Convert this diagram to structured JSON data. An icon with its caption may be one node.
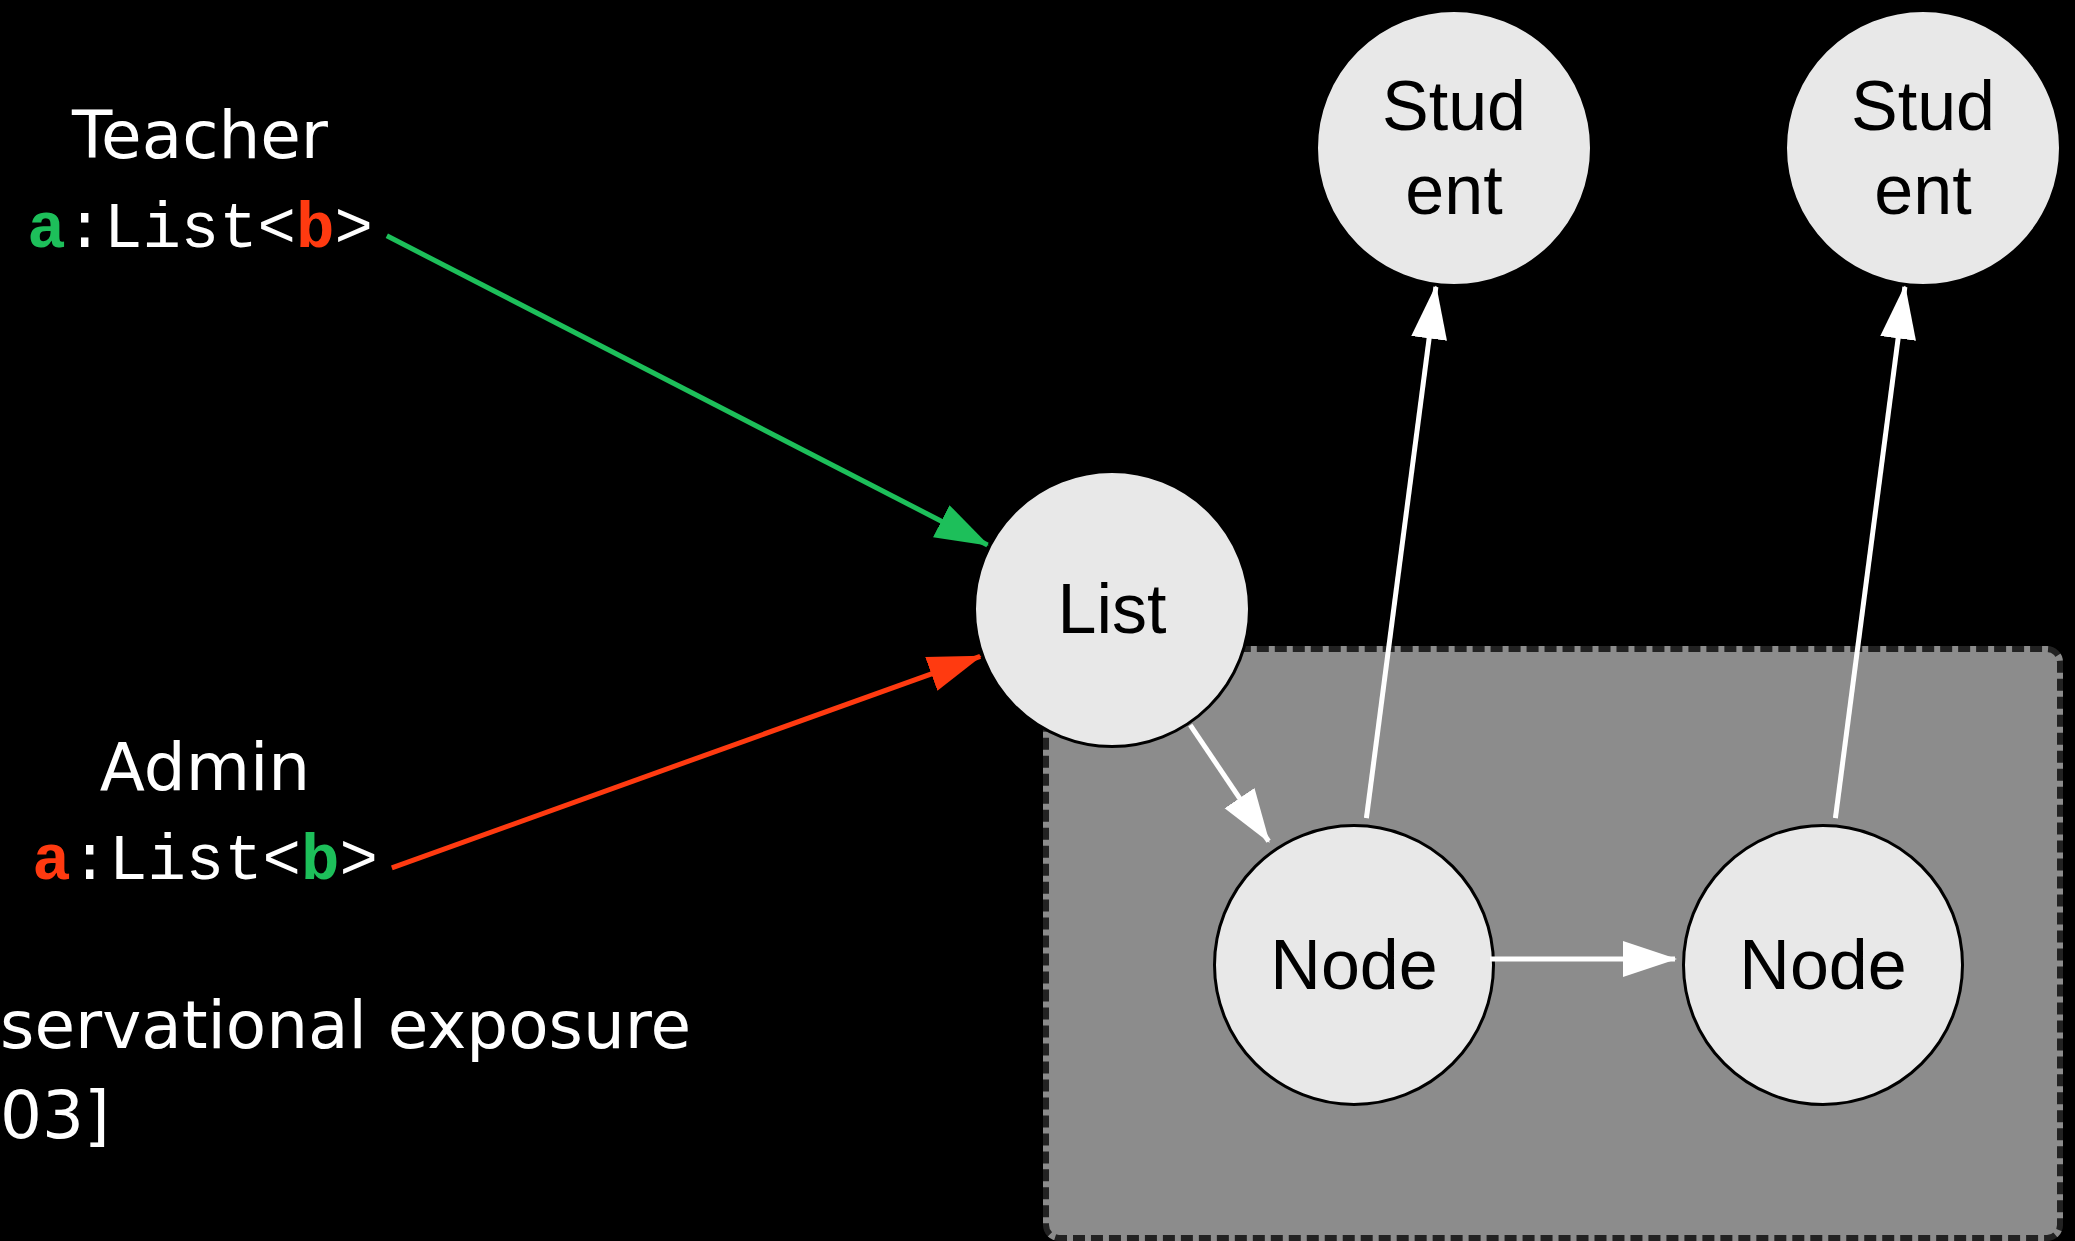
{
  "diagram": {
    "nodes": [
      {
        "text": [
          "Teacher",
          "**a**:List<**b**>"
        ]
      },
      {
        "text": [
          "Admin",
          "**a**:List<**b**>"
        ]
      },
      {
        "text": [
          "Stud ent"
        ]
      },
      {
        "text": [
          "Stud ent"
        ]
      },
      {
        "text": [
          "List"
        ]
      },
      {
        "text": [],
        "shape": "box"
      },
      {
        "text": [
          "Node"
        ],
        "in": 5
      },
      {
        "text": [
          "Node"
        ],
        "in": 5
      }
    ],
    "edges": [
      {
        "from": 0,
        "to": 4,
        "arrow": "to",
        "color": "#1dbf5a"
      },
      {
        "from": 1,
        "to": 4,
        "arrow": "to",
        "color": "#ff3a10"
      },
      {
        "from": 4,
        "to": 6,
        "arrow": "to"
      },
      {
        "from": 6,
        "to": 2,
        "arrow": "to"
      },
      {
        "from": 6,
        "to": 7,
        "arrow": "to"
      },
      {
        "from": 7,
        "to": 3,
        "arrow": "to"
      }
    ],
    "labels": [
      "servational exposure",
      "03]"
    ]
  }
}
